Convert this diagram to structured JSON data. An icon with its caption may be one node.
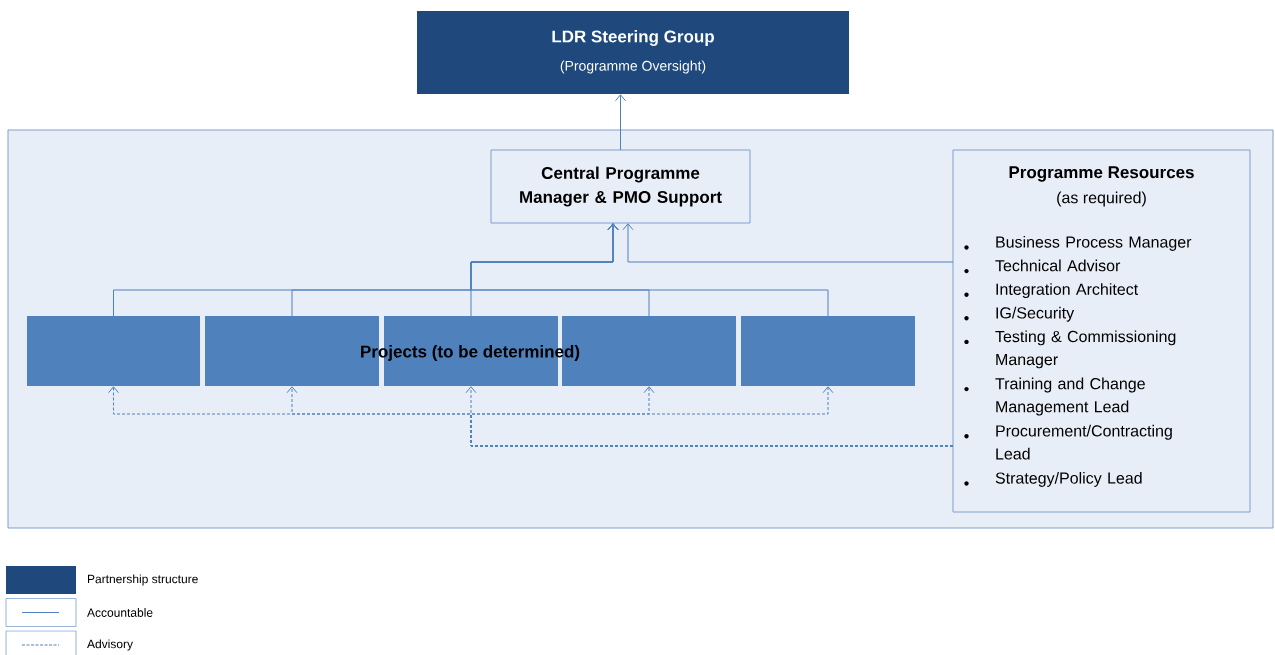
{
  "diagram": {
    "nodes": [
      {
        "text": [
          "LDR Steering Group",
          "(Programme Oversight)"
        ]
      },
      {
        "text": [],
        "shape": "box"
      },
      {
        "text": [
          "Central Programme Manager & PMO Support"
        ],
        "in": 1
      },
      {
        "text": [
          "Programme Resources",
          "(as required)",
          "Business Process Manager",
          "Technical Advisor",
          "Integration Architect",
          "IG/Security",
          "Testing & Commissioning Manager",
          "Training and Change Management Lead",
          "Procurement/Contracting Lead",
          "Strategy/Policy Lead"
        ],
        "in": 1
      },
      {
        "text": [],
        "shape": "box",
        "in": 1
      },
      {
        "text": [],
        "shape": "box",
        "in": 1
      },
      {
        "text": [],
        "shape": "box",
        "in": 1
      },
      {
        "text": [],
        "shape": "box",
        "in": 1
      },
      {
        "text": [],
        "shape": "box",
        "in": 1
      }
    ],
    "edges": [
      {
        "from": 2,
        "to": 0,
        "arrow": "to"
      },
      {
        "from": 4,
        "to": 2,
        "arrow": "to"
      },
      {
        "from": 5,
        "to": 2,
        "arrow": "to"
      },
      {
        "from": 6,
        "to": 2,
        "arrow": "to"
      },
      {
        "from": 7,
        "to": 2,
        "arrow": "to"
      },
      {
        "from": 8,
        "to": 2,
        "arrow": "to"
      },
      {
        "from": 3,
        "to": 2,
        "arrow": "to"
      },
      {
        "from": 3,
        "to": 4,
        "arrow": "to",
        "style": "dashed"
      },
      {
        "from": 3,
        "to": 5,
        "arrow": "to",
        "style": "dashed"
      },
      {
        "from": 3,
        "to": 6,
        "arrow": "to",
        "style": "dashed"
      },
      {
        "from": 3,
        "to": 7,
        "arrow": "to",
        "style": "dashed"
      },
      {
        "from": 3,
        "to": 8,
        "arrow": "to",
        "style": "dashed"
      }
    ],
    "labels": [
      "Projects (to be determined)"
    ],
    "legend": [
      {
        "text": "Partnership structure",
        "color": "#1f497d"
      },
      {
        "text": "Accountable"
      },
      {
        "text": "Advisory"
      }
    ]
  }
}
